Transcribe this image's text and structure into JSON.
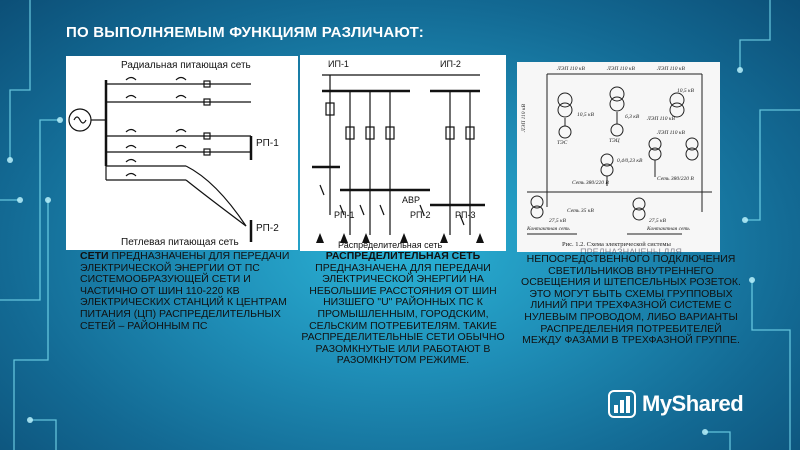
{
  "slide": {
    "title": "ПО ВЫПОЛНЯЕМЫМ ФУНКЦИЯМ РАЗЛИЧАЮТ:",
    "colors": {
      "background": "#1f8fb8",
      "panel": "#ffffff",
      "text": "#111111"
    }
  },
  "diagram1": {
    "top_label": "Радиальная питающая сеть",
    "bottom_label": "Петлевая питающая сеть",
    "rp1": "РП-1",
    "rp2": "РП-2",
    "source_icon": "ac-generator-icon"
  },
  "diagram2": {
    "ip1": "ИП-1",
    "ip2": "ИП-2",
    "avr": "АВР",
    "rp1": "РП-1",
    "rp2": "РП-2",
    "rp3": "РП-3",
    "bottom_label": "Распределительная сеть"
  },
  "diagram3": {
    "line_labels": [
      "ЛЭП 110 кВ",
      "ЛЭП 110 кВ",
      "ЛЭП 110 кВ",
      "ЛЭП 110 кВ",
      "ЛЭП 110 кВ"
    ],
    "side_label": "ЛЭП 110 кВ",
    "tes_label": "ТЭС",
    "tec_label": "ТЭЦ",
    "v10_1": "10,5 кВ",
    "v10_2": "6,3 кВ",
    "v10_3": "10,5 кВ",
    "v04": "0,4/0,23 кВ",
    "net1": "Сеть 380/220 В",
    "net2": "Сеть 380/220 В",
    "net3": "Сеть 35 кВ",
    "kv27_1": "27,5 кВ",
    "kv27_2": "27,5 кВ",
    "contact1": "Контактная сеть",
    "contact2": "Контактная сеть",
    "caption": "Рис. 1.2. Схема электрической системы"
  },
  "col1": {
    "lead": "Сети",
    "body": " предназначены для передачи электрической энергии от ПС системообразующей сети и частично от шин 110-220 кВ электрических станций к центрам питания (ЦП) распределительных сетей – районным ПС"
  },
  "col2": {
    "lead": "Распределительная сеть",
    "body": "предназначена для передачи электрической энергии на небольшие расстояния от шин низшего \"U\" районных ПС к промышленным, городским, сельским потребителям. Такие распределительные сети обычно разомкнутые или работают в разомкнутом режиме."
  },
  "col3": {
    "ghost": "ПРЕДНАЗНАЧЕНЫ ДЛЯ",
    "body": "непосредственного подключения светильников внутреннего освещения и штепсельных розеток. Это могут быть схемы групповых линий при трехфазной системе с нулевым проводом, либо варианты распределения потребителей между фазами в трехфазной группе."
  },
  "logo": {
    "text": "MyShared",
    "icon": "myshared-logo-icon"
  }
}
